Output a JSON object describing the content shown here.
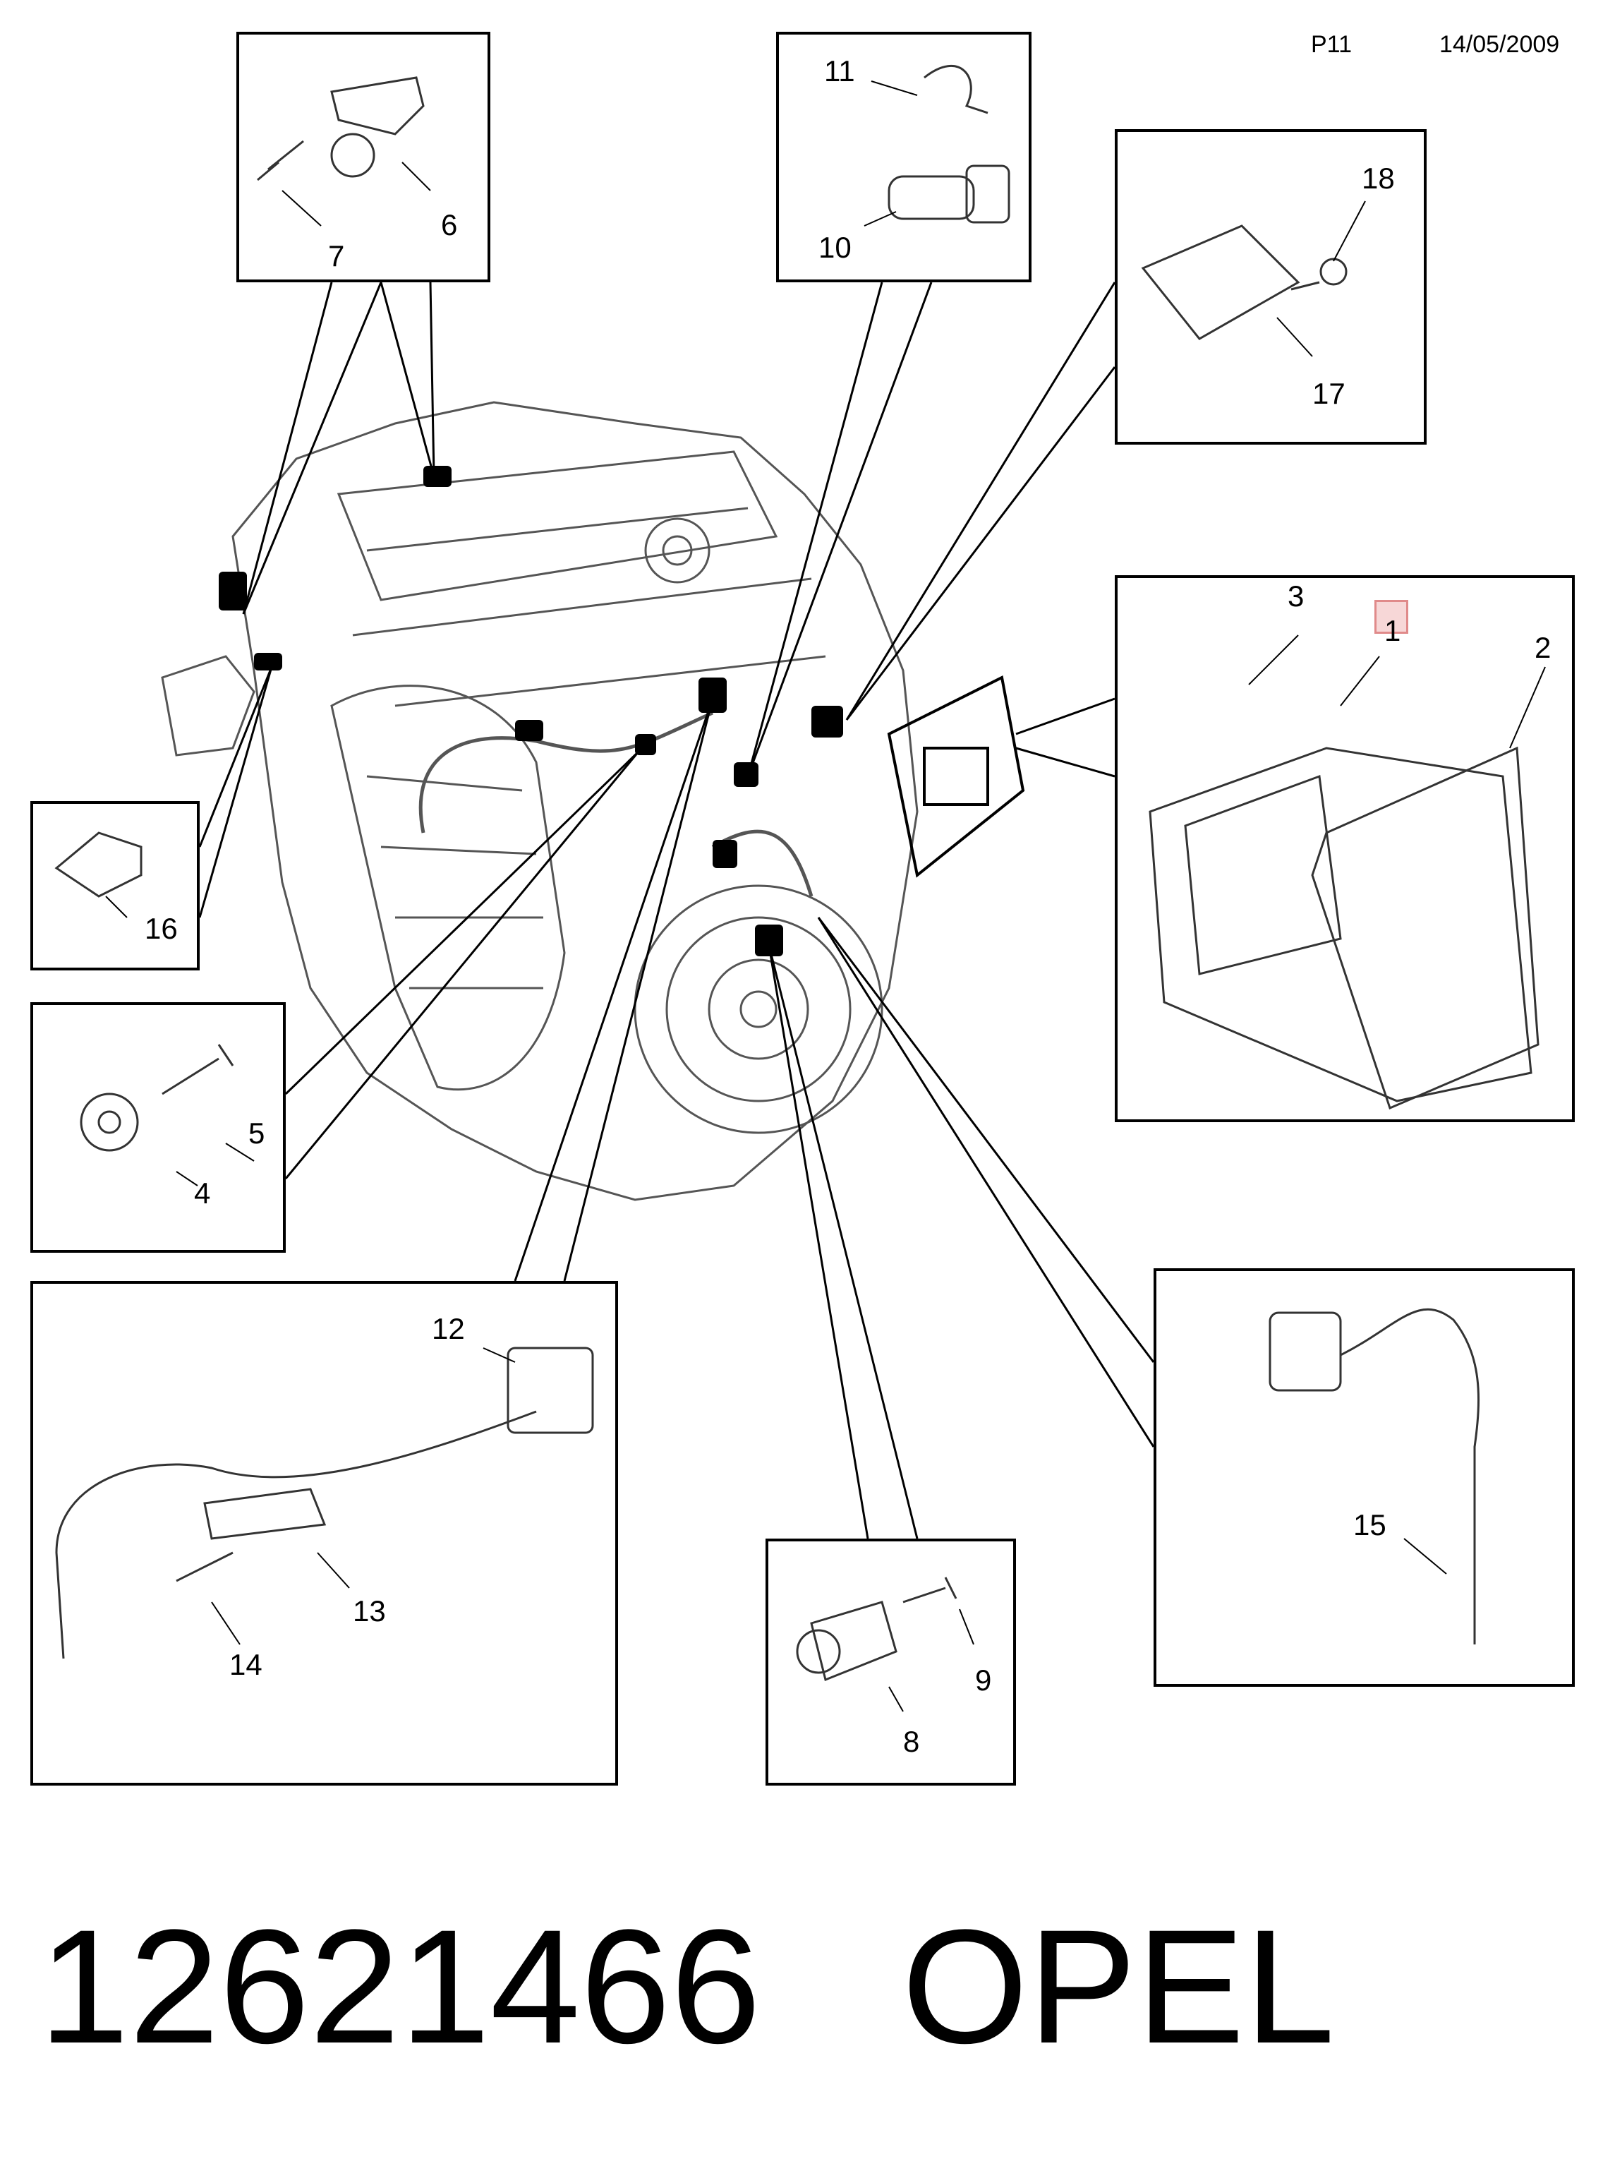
{
  "header": {
    "page": "P11",
    "date": "14/05/2009"
  },
  "callouts": {
    "c1": "1",
    "c2": "2",
    "c3": "3",
    "c4": "4",
    "c5": "5",
    "c6": "6",
    "c7": "7",
    "c8": "8",
    "c9": "9",
    "c10": "10",
    "c11": "11",
    "c12": "12",
    "c13": "13",
    "c14": "14",
    "c15": "15",
    "c16": "16",
    "c17": "17",
    "c18": "18"
  },
  "selected_part": "1",
  "footer": {
    "part_number": "12621466",
    "brand": "OPEL"
  },
  "colors": {
    "line": "#000000",
    "highlight": "#f7d7d7",
    "highlight_border": "#e08a8a",
    "drawing": "#555555"
  }
}
